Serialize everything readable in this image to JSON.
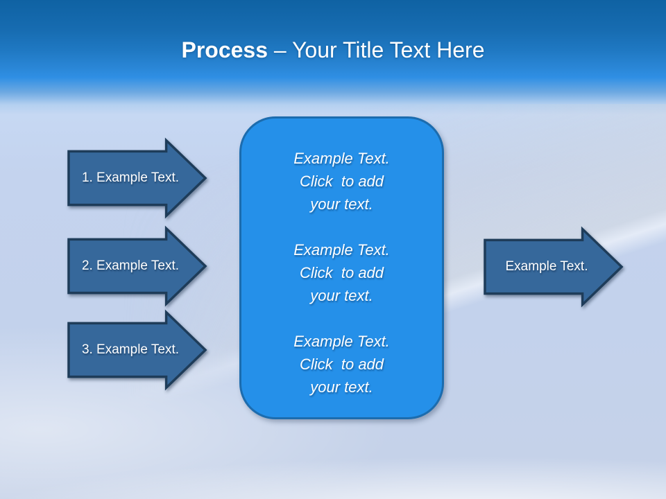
{
  "title": {
    "bold": "Process",
    "rest": " – Your Title Text Here"
  },
  "left_arrows": [
    {
      "label": "1. Example Text."
    },
    {
      "label": "2. Example Text."
    },
    {
      "label": "3. Example Text."
    }
  ],
  "center_box": {
    "blocks": [
      {
        "lines": [
          "Example Text.",
          "Click  to add",
          "your text."
        ]
      },
      {
        "lines": [
          "Example Text.",
          "Click  to add",
          "your text."
        ]
      },
      {
        "lines": [
          "Example Text.",
          "Click  to add",
          "your text."
        ]
      }
    ]
  },
  "right_arrow": {
    "label": "Example Text."
  },
  "colors": {
    "header_gradient_top": "#0f62a3",
    "header_gradient_bottom": "#2f8fe4",
    "canvas_background": "#c4d3ec",
    "arrow_fill": "#36689b",
    "arrow_border": "#1e3c59",
    "box_fill": "#2590e9",
    "box_border": "#1c6cae",
    "text": "#ffffff"
  }
}
